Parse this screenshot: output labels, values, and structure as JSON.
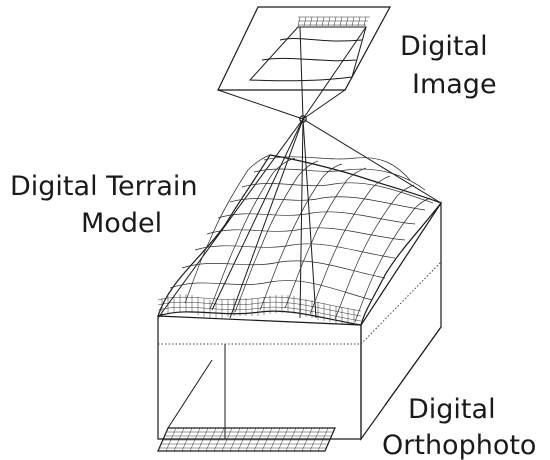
{
  "labels": {
    "digital_image_line1": "Digital",
    "digital_image_line2": "Image",
    "dtm_line1": "Digital Terrain",
    "dtm_line2": "Model",
    "ortho_line1": "Digital",
    "ortho_line2": "Orthophoto"
  }
}
